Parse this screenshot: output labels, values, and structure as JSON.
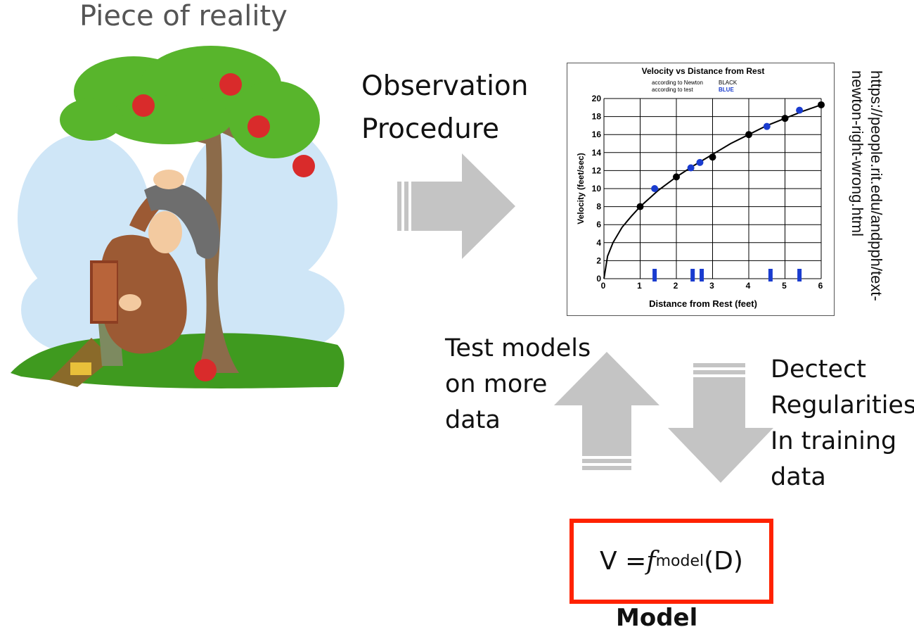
{
  "scene": {
    "title": "Piece of reality",
    "illustration": "newton-under-apple-tree"
  },
  "observation": {
    "line1": "Observation",
    "line2": "Procedure"
  },
  "test_label": [
    "Test models",
    "on more",
    "data"
  ],
  "detect_label": [
    "Dectect",
    "Regularities",
    "In training",
    "data"
  ],
  "source_url": {
    "line1": "https://people.rit.edu/andpph/text-",
    "line2": "newton-right-wrong.html"
  },
  "model": {
    "formula_lhs": "V = ",
    "formula_f": "f",
    "formula_sub": "model",
    "formula_arg": " (D)",
    "label": "Model"
  },
  "colors": {
    "arrow": "#c4c4c4",
    "model_border": "#ff2200",
    "newton_points": "#000000",
    "test_points": "#1a3ccf"
  },
  "chart_data": {
    "type": "scatter",
    "title": "Velocity vs Distance from Rest",
    "legend": [
      {
        "text": "according to Newton",
        "key": "BLACK",
        "color": "#000000"
      },
      {
        "text": "according to test",
        "key": "BLUE",
        "color": "#1a3ccf"
      }
    ],
    "legend_position": "top",
    "xlabel": "Distance from Rest (feet)",
    "ylabel": "Velocity  (feet/sec)",
    "xlim": [
      0,
      6
    ],
    "ylim": [
      0,
      20
    ],
    "xticks": [
      "0",
      "1",
      "2",
      "3",
      "4",
      "5",
      "6"
    ],
    "yticks": [
      "0",
      "2",
      "4",
      "6",
      "8",
      "10",
      "12",
      "14",
      "16",
      "18",
      "20"
    ],
    "grid": true,
    "series": [
      {
        "name": "according to Newton",
        "color": "#000000",
        "x": [
          1,
          2,
          3,
          4,
          5,
          6
        ],
        "y": [
          8,
          11.3,
          13.5,
          16,
          17.8,
          19.3
        ]
      },
      {
        "name": "according to test",
        "color": "#1a3ccf",
        "x": [
          1.4,
          2.4,
          2.65,
          4.5,
          5.4
        ],
        "y": [
          10,
          12.3,
          12.9,
          16.9,
          18.7
        ]
      }
    ],
    "curve": {
      "x": [
        0,
        0.1,
        0.25,
        0.5,
        0.75,
        1,
        1.5,
        2,
        2.5,
        3,
        3.5,
        4,
        4.5,
        5,
        5.5,
        6
      ],
      "y": [
        0,
        2.5,
        4,
        5.7,
        6.9,
        8,
        9.8,
        11.3,
        12.6,
        13.8,
        15,
        16,
        17,
        17.8,
        18.6,
        19.3
      ]
    },
    "x_markers": [
      1.4,
      2.45,
      2.7,
      4.6,
      5.4
    ]
  }
}
